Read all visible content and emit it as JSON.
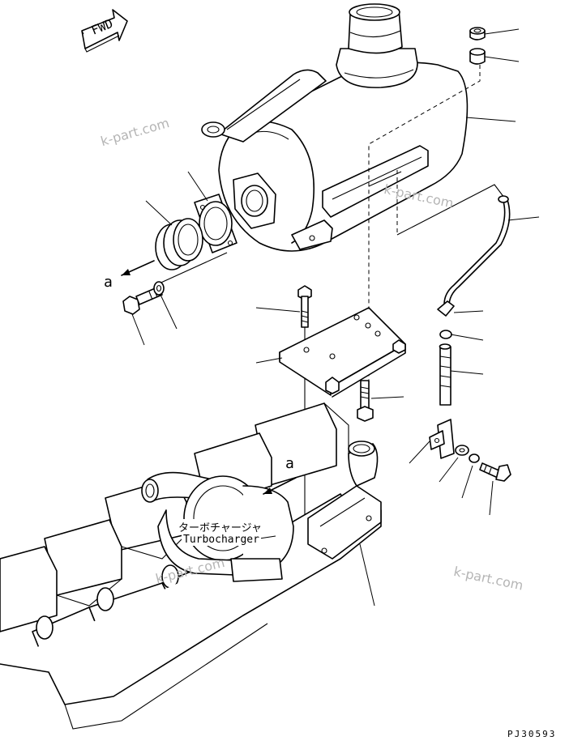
{
  "arrow_label": "FWD",
  "view_markers": [
    "a",
    "a"
  ],
  "callouts": {
    "turbocharger_jp": "ターボチャージャ",
    "turbocharger_en": "Turbocharger"
  },
  "watermarks": [
    "k-part.com",
    "k-part.com",
    "k-part.com",
    "k-part.com"
  ],
  "drawing_number": "PJ30593",
  "colors": {
    "line": "#000000",
    "background": "#ffffff",
    "watermark": "#b5b5b5"
  }
}
